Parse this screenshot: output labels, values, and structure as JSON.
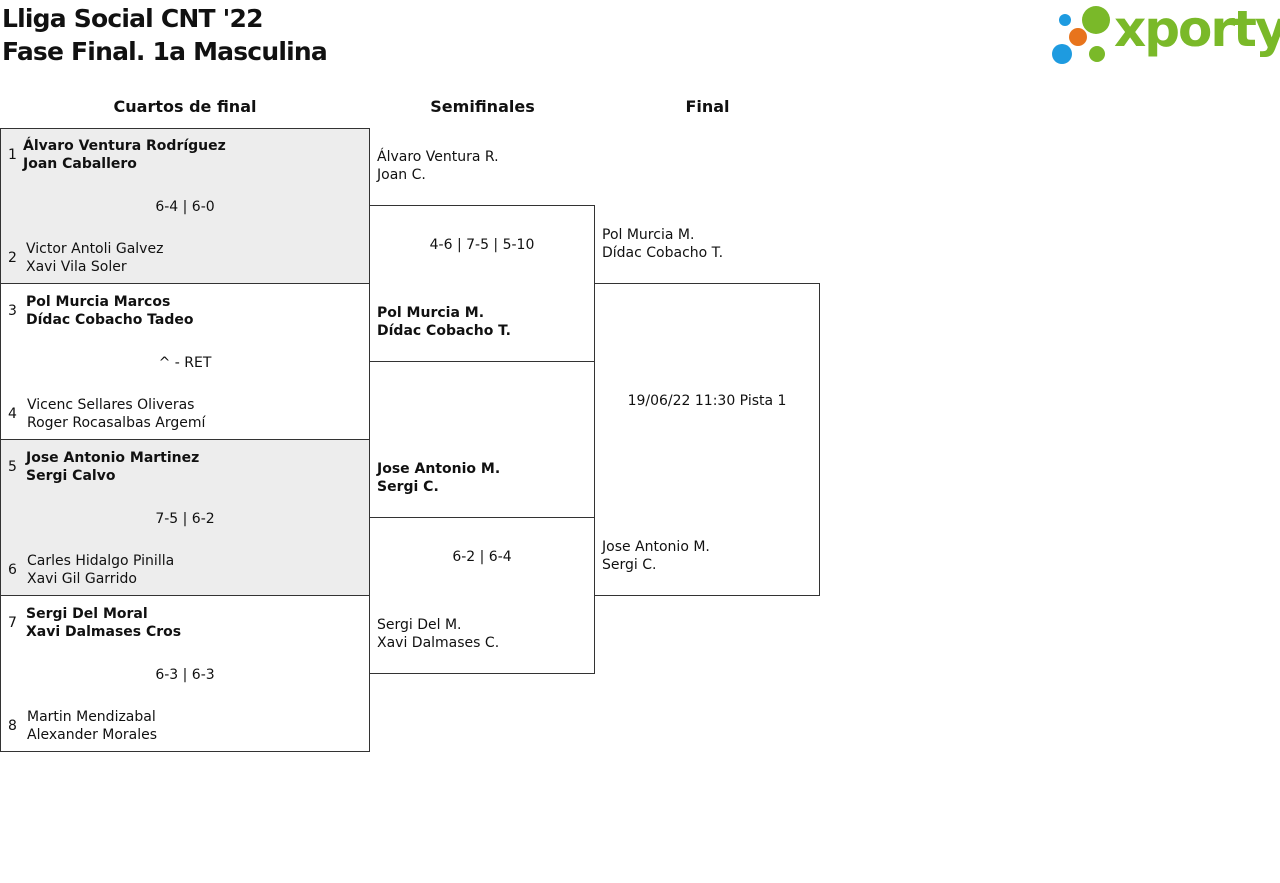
{
  "header": {
    "title_line1": "Lliga Social CNT '22",
    "title_line2": "Fase Final. 1a Masculina",
    "logo_text": "xporty",
    "logo_colors": {
      "green": "#7ab929",
      "orange": "#e8741c",
      "blue": "#1e9be0"
    }
  },
  "rounds": [
    "Cuartos de final",
    "Semifinales",
    "Final"
  ],
  "quarterfinals": [
    {
      "seed_a": "1",
      "a1": "Álvaro Ventura Rodríguez",
      "a2": "Joan Caballero",
      "score": "6-4 | 6-0",
      "seed_b": "2",
      "b1": "Victor Antoli Galvez",
      "b2": "Xavi Vila Soler"
    },
    {
      "seed_a": "3",
      "a1": "Pol Murcia Marcos",
      "a2": "Dídac Cobacho Tadeo",
      "score": "^ - RET",
      "seed_b": "4",
      "b1": "Vicenc Sellares Oliveras",
      "b2": "Roger Rocasalbas Argemí"
    },
    {
      "seed_a": "5",
      "a1": "Jose Antonio Martinez",
      "a2": "Sergi Calvo",
      "score": "7-5 | 6-2",
      "seed_b": "6",
      "b1": "Carles Hidalgo Pinilla",
      "b2": "Xavi Gil Garrido"
    },
    {
      "seed_a": "7",
      "a1": "Sergi Del Moral",
      "a2": "Xavi Dalmases Cros",
      "score": "6-3 | 6-3",
      "seed_b": "8",
      "b1": "Martin Mendizabal",
      "b2": "Alexander Morales"
    }
  ],
  "semifinals": [
    {
      "a1": "Álvaro Ventura R.",
      "a2": "Joan C.",
      "score": "4-6 | 7-5 | 5-10",
      "b1": "Pol Murcia M.",
      "b2": "Dídac Cobacho T."
    },
    {
      "a1": "Jose Antonio M.",
      "a2": "Sergi C.",
      "score": "6-2 | 6-4",
      "b1": "Sergi Del M.",
      "b2": "Xavi Dalmases C."
    }
  ],
  "final": {
    "a1": "Pol Murcia M.",
    "a2": "Dídac Cobacho T.",
    "info": "19/06/22 11:30 Pista 1",
    "b1": "Jose Antonio M.",
    "b2": "Sergi C."
  }
}
